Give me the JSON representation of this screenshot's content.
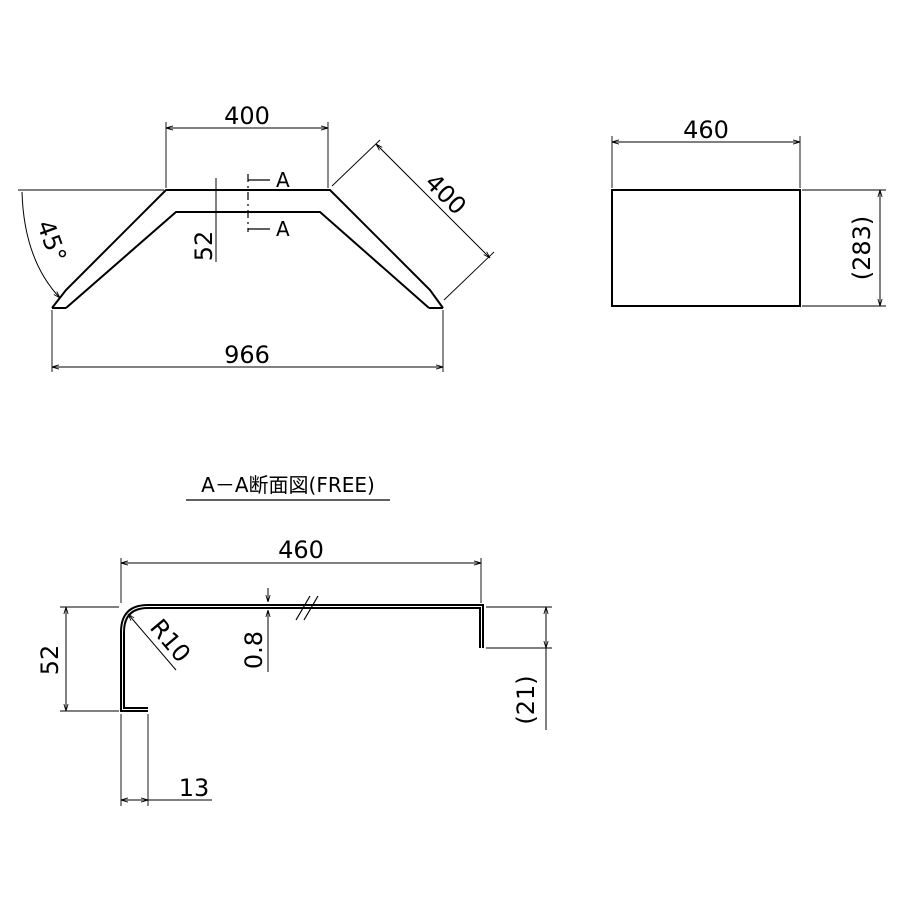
{
  "top_view": {
    "dim_top": "400",
    "dim_slant": "400",
    "dim_angle": "45°",
    "dim_height": "52",
    "dim_bottom": "966",
    "section_mark_upper": "A",
    "section_mark_lower": "A"
  },
  "side_view": {
    "dim_width": "460",
    "dim_height": "(283)"
  },
  "section": {
    "title": "A－A断面図(FREE)",
    "dim_width": "460",
    "dim_height": "52",
    "dim_radius": "R10",
    "dim_thickness": "0.8",
    "dim_return": "(21)",
    "dim_hem": "13"
  }
}
